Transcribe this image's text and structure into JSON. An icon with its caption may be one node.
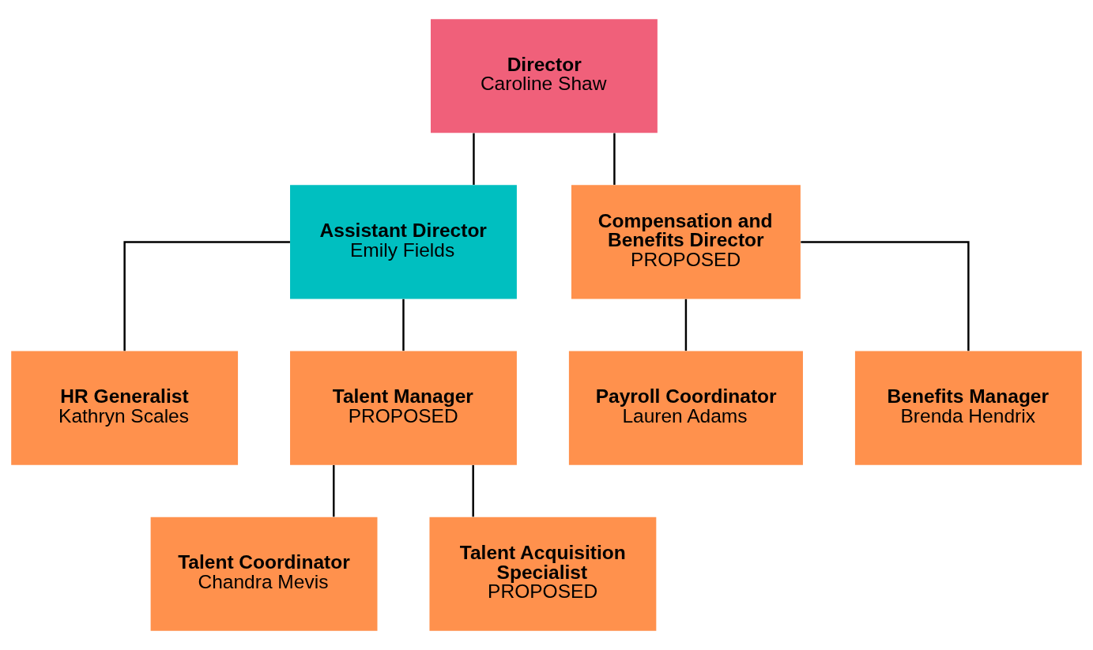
{
  "diagram": {
    "nodes": [
      {
        "text": [
          "Director",
          "Caroline Shaw"
        ]
      },
      {
        "text": [
          "Assistant Director",
          "Emily Fields"
        ]
      },
      {
        "text": [
          "Compensation and Benefits Director",
          "PROPOSED"
        ]
      },
      {
        "text": [
          "HR Generalist",
          "Kathryn Scales"
        ]
      },
      {
        "text": [
          "Talent Manager",
          "PROPOSED"
        ]
      },
      {
        "text": [
          "Payroll Coordinator",
          "Lauren Adams"
        ]
      },
      {
        "text": [
          "Benefits Manager",
          "Brenda Hendrix"
        ]
      },
      {
        "text": [
          "Talent Coordinator",
          "Chandra Mevis"
        ]
      },
      {
        "text": [
          "Talent Acquisition Specialist",
          "PROPOSED"
        ]
      }
    ],
    "edges": [
      {
        "from": 0,
        "to": 1,
        "arrow": "none"
      },
      {
        "from": 0,
        "to": 2,
        "arrow": "none"
      },
      {
        "from": 1,
        "to": 3,
        "arrow": "none"
      },
      {
        "from": 1,
        "to": 4,
        "arrow": "none"
      },
      {
        "from": 2,
        "to": 5,
        "arrow": "none"
      },
      {
        "from": 2,
        "to": 6,
        "arrow": "none"
      },
      {
        "from": 4,
        "to": 7,
        "arrow": "none"
      },
      {
        "from": 4,
        "to": 8,
        "arrow": "none"
      }
    ]
  }
}
